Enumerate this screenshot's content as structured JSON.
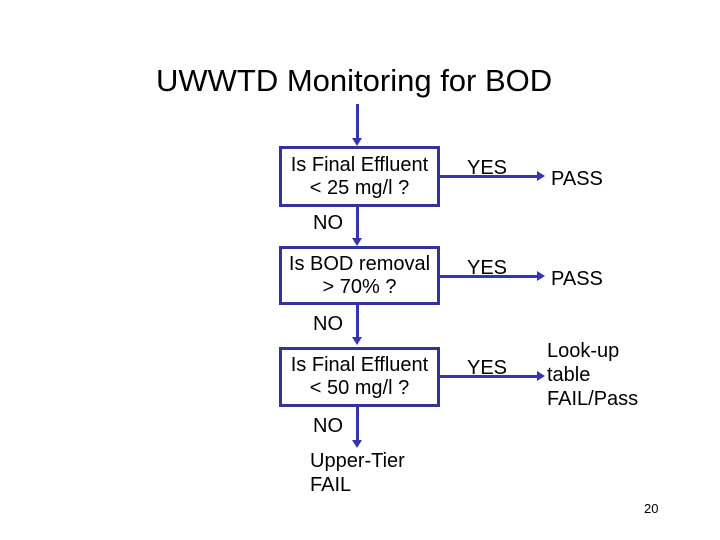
{
  "slide": {
    "title": "UWWTD Monitoring for BOD",
    "page_number": "20",
    "colors": {
      "background": "#ffffff",
      "box_border": "#333399",
      "arrow": "#3535ad",
      "text": "#000000"
    },
    "flowchart": {
      "yes_label": "YES",
      "no_label": "NO",
      "boxes": [
        {
          "line1": "Is Final Effluent",
          "line2": "< 25 mg/l ?"
        },
        {
          "line1": "Is BOD removal",
          "line2": "> 70% ?"
        },
        {
          "line1": "Is Final Effluent",
          "line2": "< 50 mg/l ?"
        }
      ],
      "outcomes": [
        {
          "text": "PASS"
        },
        {
          "text": "PASS"
        },
        {
          "lines": [
            "Look-up",
            "table",
            "FAIL/Pass"
          ]
        }
      ],
      "fail_lines": [
        "Upper-Tier",
        "FAIL"
      ]
    }
  }
}
